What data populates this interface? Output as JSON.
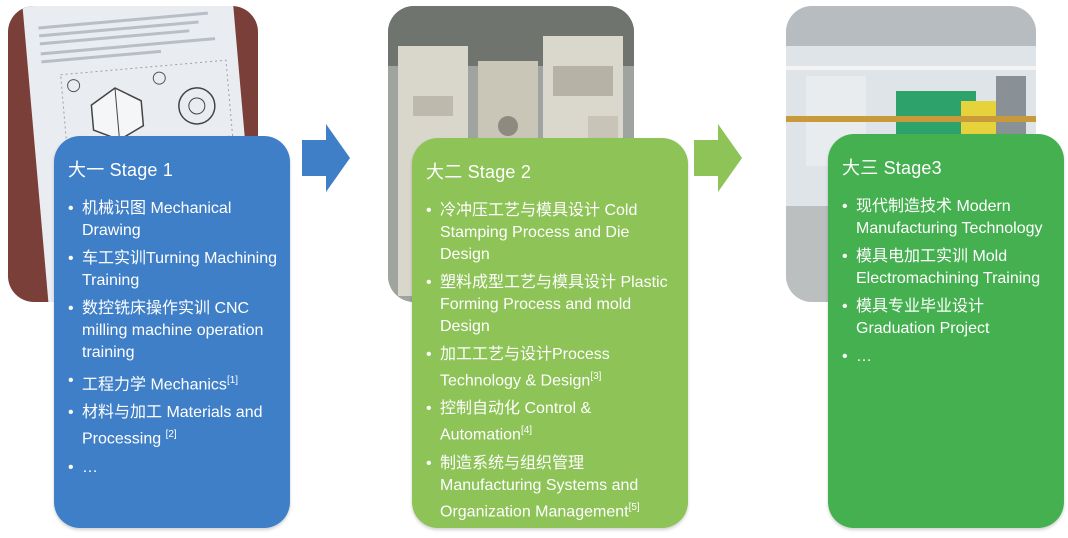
{
  "stages": [
    {
      "title": "大一 Stage 1",
      "items": [
        {
          "text": "机械识图 Mechanical Drawing",
          "sup": ""
        },
        {
          "text": "车工实训Turning Machining Training",
          "sup": ""
        },
        {
          "text": "数控铣床操作实训 CNC milling machine operation training",
          "sup": ""
        },
        {
          "text": "工程力学 Mechanics",
          "sup": "[1]"
        },
        {
          "text": "材料与加工 Materials and Processing ",
          "sup": "[2]"
        },
        {
          "text": "…",
          "sup": ""
        }
      ],
      "color": "#3f7fc7"
    },
    {
      "title": "大二 Stage 2",
      "items": [
        {
          "text": "冷冲压工艺与模具设计 Cold Stamping Process and Die Design",
          "sup": ""
        },
        {
          "text": "塑料成型工艺与模具设计 Plastic Forming Process and mold Design",
          "sup": ""
        },
        {
          "text": "加工工艺与设计Process Technology & Design",
          "sup": "[3]"
        },
        {
          "text": "控制自动化 Control & Automation",
          "sup": "[4]"
        },
        {
          "text": "制造系统与组织管理 Manufacturing Systems and Organization Management",
          "sup": "[5]"
        }
      ],
      "color": "#8dc357"
    },
    {
      "title": "大三 Stage3",
      "items": [
        {
          "text": "现代制造技术 Modern Manufacturing Technology",
          "sup": ""
        },
        {
          "text": "模具电加工实训 Mold Electromachining Training",
          "sup": ""
        },
        {
          "text": "模具专业毕业设计 Graduation Project",
          "sup": ""
        },
        {
          "text": "…",
          "sup": ""
        }
      ],
      "color": "#45b04f"
    }
  ],
  "arrow_colors": [
    "#3f7fc7",
    "#8dc357"
  ]
}
